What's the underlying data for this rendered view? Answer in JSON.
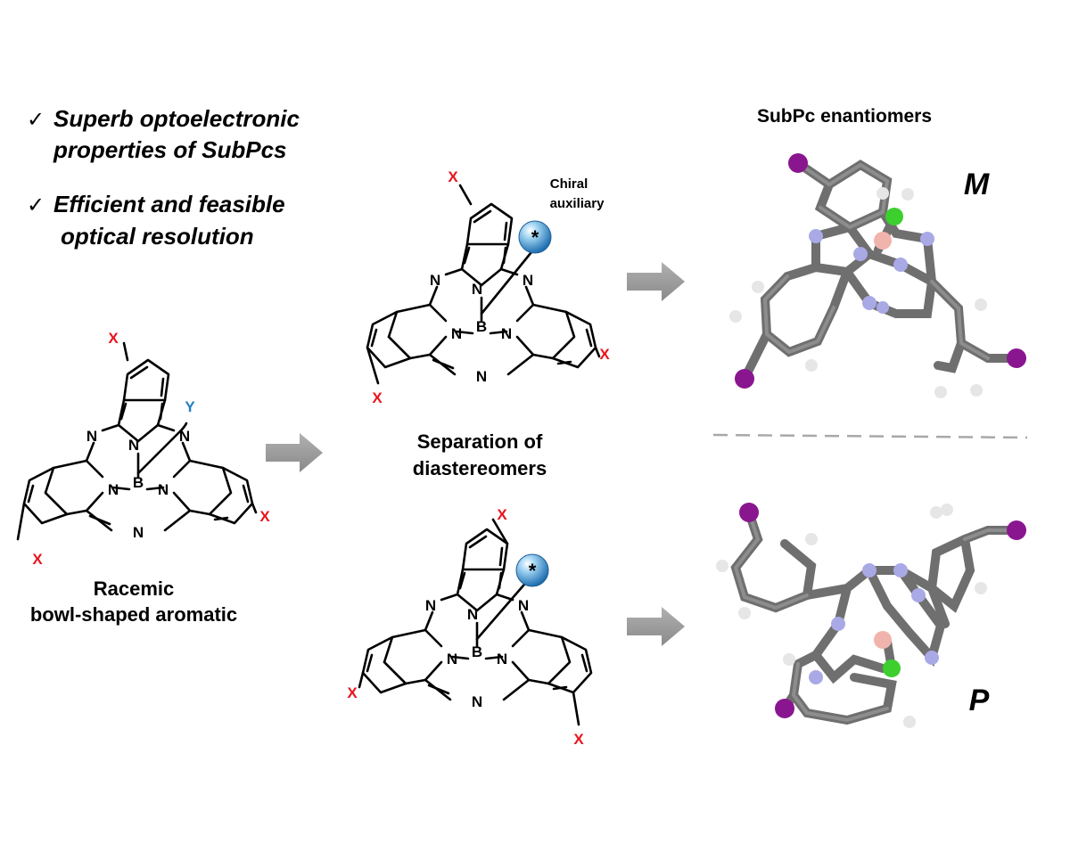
{
  "bullets": [
    {
      "mark": "✓",
      "line1": "Superb optoelectronic",
      "line2": "properties of SubPcs"
    },
    {
      "mark": "✓",
      "line1": "Efficient and feasible",
      "line2": "optical resolution"
    }
  ],
  "left_molecule": {
    "caption_line1": "Racemic",
    "caption_line2": "bowl-shaped aromatic",
    "substituent_x": "X",
    "substituent_y": "Y",
    "atom_n": "N",
    "atom_b": "B"
  },
  "middle": {
    "chiral_label_line1": "Chiral",
    "chiral_label_line2": "auxiliary",
    "separation_line1": "Separation of",
    "separation_line2": "diastereomers",
    "star": "*"
  },
  "right": {
    "title": "SubPc enantiomers",
    "label_m": "M",
    "label_p": "P"
  },
  "colors": {
    "x_label": "#e8141c",
    "y_label": "#1f7ec2",
    "arrow": "#999999",
    "carbon": "#6f6f6f",
    "nitrogen": "#a9a9e6",
    "boron": "#f0b4ac",
    "chlorine": "#3ccf2e",
    "iodine": "#8a168f",
    "hydrogen": "#e6e6e6"
  }
}
